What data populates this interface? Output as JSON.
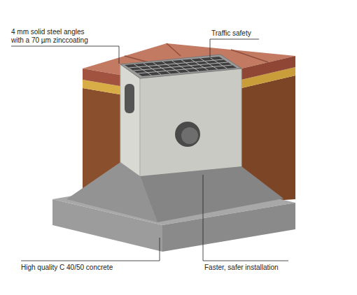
{
  "diagram": {
    "labels": [
      "4 mm solid steel angles with a 70 µm zinccoating",
      "Traffic safety",
      "High quality C 40/50 concrete",
      "Faster, safer installation"
    ]
  }
}
